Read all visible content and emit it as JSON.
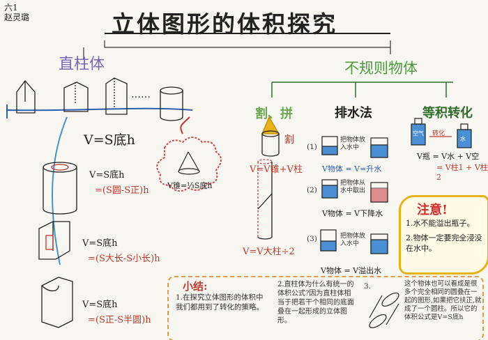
{
  "header": {
    "class_name": "六1",
    "student_name": "赵灵璐",
    "title": "立体图形的体积探究"
  },
  "left": {
    "branch": "直柱体",
    "dots": "……",
    "formula_main": "V=S底h",
    "formula_a1": "V=S底h",
    "formula_a2": "=(S圆-S正)h",
    "formula_cone": "V锥=⅓S底h",
    "formula_b1": "V=S底h",
    "formula_b2": "=(S大长-S小长)h",
    "formula_c1": "V=S底h",
    "formula_c2": "=(S正-S半圆)h"
  },
  "right": {
    "branch": "不规则物体",
    "sub_cut": "割、拼",
    "sub_water": "排水法",
    "sub_equal": "等积转化",
    "cut_label": "割",
    "cut_f1": "V=V锥+V柱",
    "cut_f2": "V=V大柱÷2",
    "water_n1": "(1)",
    "water_n2": "(2)",
    "water_n3": "(3)",
    "water_t1": "把物体放入水中",
    "water_t2": "把物体从水中取出",
    "water_t3": "把物体放入水中",
    "water_f1": "V物体 = V=升水",
    "water_f2": "V物体 = V下降水",
    "water_f3": "V物体 = V溢出水",
    "equal_a": "空气",
    "equal_b": "水",
    "equal_arrow": "转化",
    "equal_f1": "V瓶 = V水 + V空",
    "equal_f2": "= V柱1 + V柱2"
  },
  "note": {
    "title": "注意!",
    "item1": "1.水不能溢出瓶子。",
    "item2": "2.物体一定要完全浸没在水中。"
  },
  "summary": {
    "title": "小结:",
    "p1": "1.在探究立体图形的体积中我们都用到了转化的策略。",
    "p2": "2.直柱体为什么有统一的体积公式?因为直柱体相当于把若干个相同的底面叠在一起形成的立体图形。",
    "p3_num": "3.",
    "p3": "这个物体也可以看成是很多个完全相同的圆叠在一起的图形,如果把它扶正,就成了一个圆柱。所以它的体积公式是V=S底h"
  }
}
